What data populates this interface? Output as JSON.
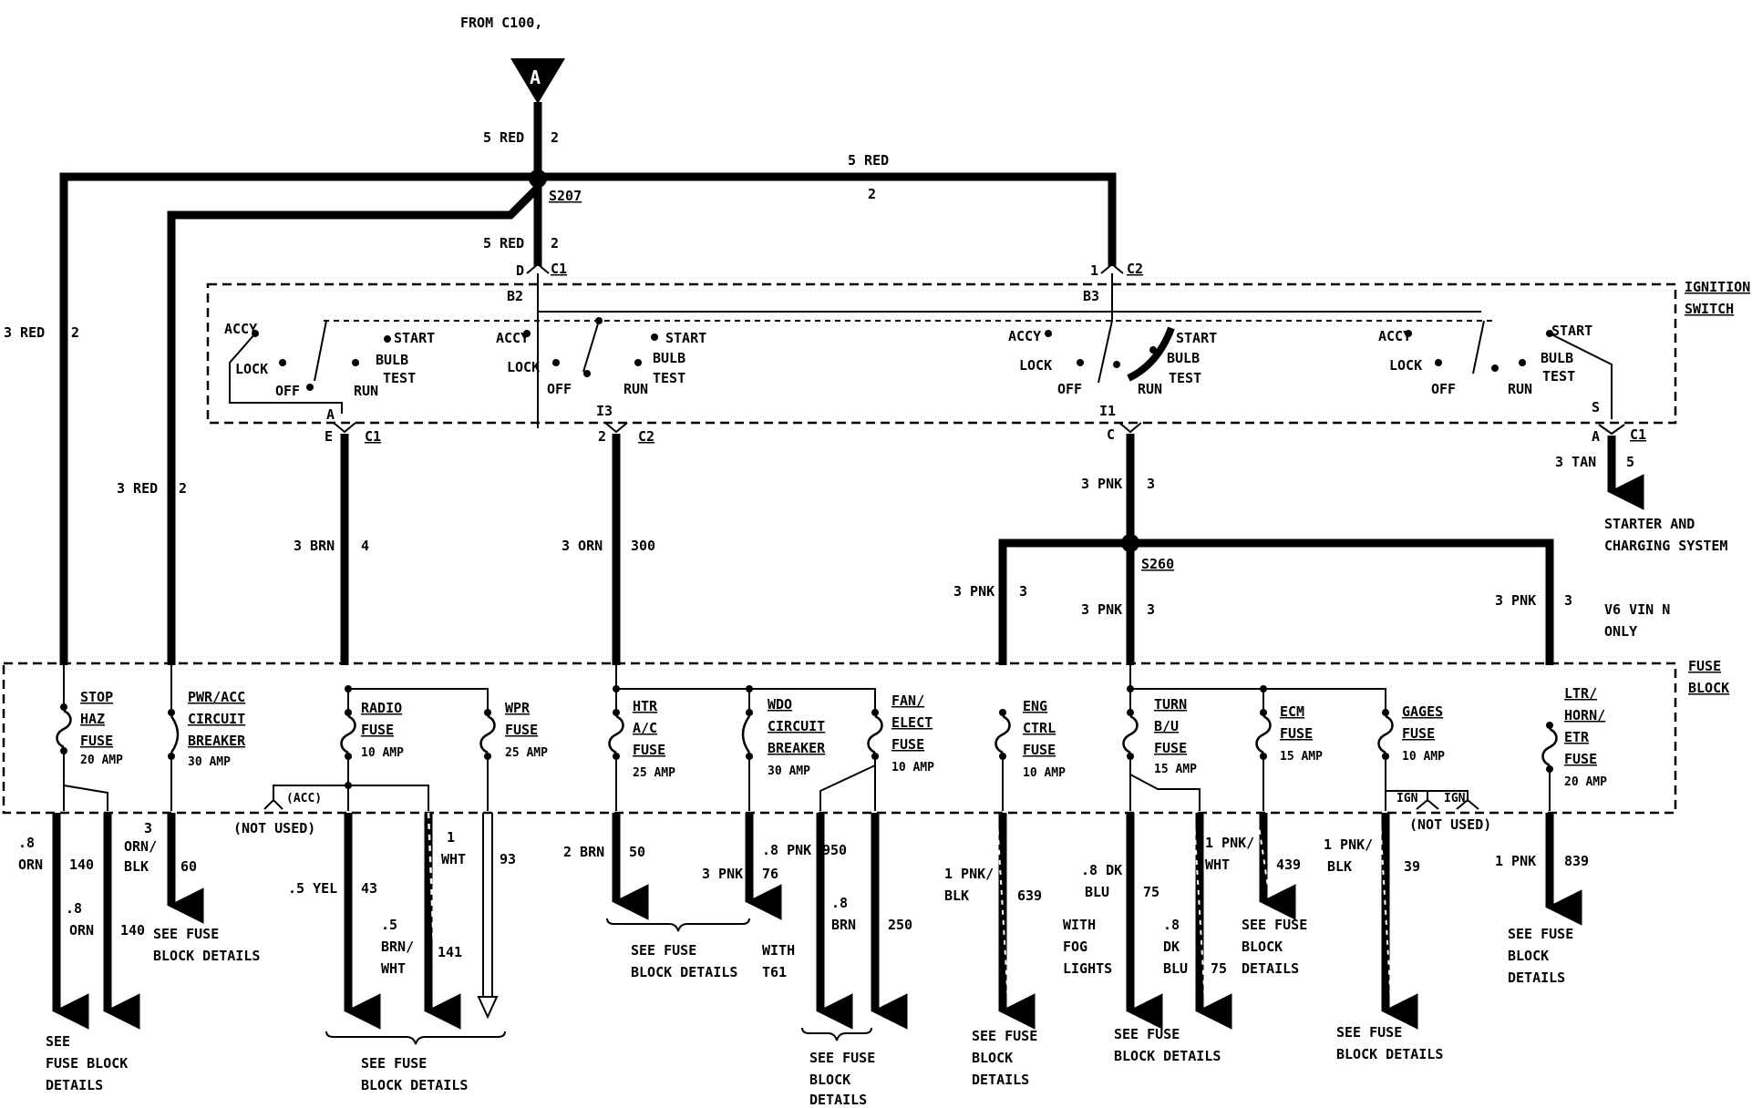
{
  "header": {
    "from": "FROM C100,"
  },
  "connector_a": "A",
  "splices": {
    "s207": "S207",
    "s260": "S260"
  },
  "ignition": {
    "title_1": "IGNITION",
    "title_2": "SWITCH",
    "accy": "ACCY",
    "lock": "LOCK",
    "off": "OFF",
    "run": "RUN",
    "start": "START",
    "bulb": "BULB",
    "test": "TEST",
    "pins": {
      "d": "D",
      "c1": "C1",
      "b2": "B2",
      "one": "1",
      "c2": "C2",
      "b3": "B3",
      "a": "A",
      "e": "E",
      "i3": "I3",
      "two": "2",
      "i1": "I1",
      "c": "C",
      "s": "S"
    }
  },
  "fuse_block": {
    "title_1": "FUSE",
    "title_2": "BLOCK",
    "stop_haz": [
      "STOP",
      "HAZ",
      "FUSE"
    ],
    "stop_amp": "20 AMP",
    "pwr_acc": [
      "PWR/ACC",
      "CIRCUIT",
      "BREAKER"
    ],
    "pwr_amp": "30 AMP",
    "radio": [
      "RADIO",
      "FUSE"
    ],
    "radio_amp": "10 AMP",
    "wpr": [
      "WPR",
      "FUSE"
    ],
    "wpr_amp": "25 AMP",
    "htr": [
      "HTR",
      "A/C",
      "FUSE"
    ],
    "htr_amp": "25 AMP",
    "wdo": [
      "WDO",
      "CIRCUIT",
      "BREAKER"
    ],
    "wdo_amp": "30 AMP",
    "fan": [
      "FAN/",
      "ELECT",
      "FUSE"
    ],
    "fan_amp": "10 AMP",
    "eng": [
      "ENG",
      "CTRL",
      "FUSE"
    ],
    "eng_amp": "10 AMP",
    "turn": [
      "TURN",
      "B/U",
      "FUSE"
    ],
    "turn_amp": "15 AMP",
    "ecm": [
      "ECM",
      "FUSE"
    ],
    "ecm_amp": "15 AMP",
    "gages": [
      "GAGES",
      "FUSE"
    ],
    "gages_amp": "10 AMP",
    "ltr": [
      "LTR/",
      "HORN/",
      "ETR",
      "FUSE"
    ],
    "ltr_amp": "20 AMP",
    "acc": "(ACC)",
    "ign": "IGN",
    "not_used": "(NOT USED)"
  },
  "wires": {
    "w5red": "5 RED",
    "two": "2",
    "w3red": "3 RED",
    "w3brn": "3 BRN",
    "four": "4",
    "w3orn": "3 ORN",
    "n300": "300",
    "w3pnk": "3 PNK",
    "three": "3",
    "w3tan": "3 TAN",
    "five": "5",
    "p8": ".8",
    "orn": "ORN",
    "n140": "140",
    "orn_blk": [
      "3",
      "ORN/",
      "BLK"
    ],
    "n60": "60",
    "yel": ".5 YEL",
    "n43": "43",
    "brn_wht": [
      ".5",
      "BRN/",
      "WHT"
    ],
    "n141": "141",
    "wht": [
      "1",
      "WHT"
    ],
    "n93": "93",
    "brn2": "2 BRN",
    "n50": "50",
    "pnk3": "3 PNK",
    "n76": "76",
    "pnk8": ".8 PNK",
    "n950": "950",
    "brn8": [
      ".8",
      "BRN"
    ],
    "n250": "250",
    "pnkblk": [
      "1 PNK/",
      "BLK"
    ],
    "n639": "639",
    "dkblu": [
      ".8 DK",
      "BLU"
    ],
    "n75": "75",
    "dkblu2": [
      ".8",
      "DK",
      "BLU"
    ],
    "pnkwht": [
      "1 PNK/",
      "WHT"
    ],
    "n439": "439",
    "n39": "39",
    "pnk1": "1 PNK",
    "n839": "839"
  },
  "notes": {
    "starter": [
      "STARTER AND",
      "CHARGING SYSTEM"
    ],
    "v6": [
      "V6 VIN N",
      "ONLY"
    ],
    "see_fuse_block_details": [
      "SEE",
      "FUSE BLOCK",
      "DETAILS"
    ],
    "see_fuse": [
      "SEE FUSE",
      "BLOCK DETAILS"
    ],
    "see_fuse_3": [
      "SEE FUSE",
      "BLOCK",
      "DETAILS"
    ],
    "with_t61": [
      "WITH",
      "T61"
    ],
    "fog": [
      "WITH",
      "FOG",
      "LIGHTS"
    ]
  }
}
